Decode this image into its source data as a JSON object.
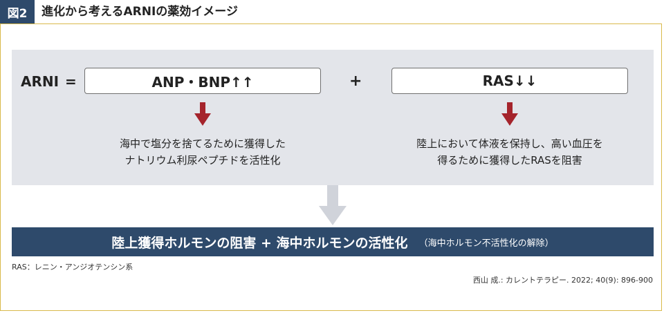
{
  "header": {
    "figure_label": "図2",
    "title": "進化から考えるARNIの薬効イメージ"
  },
  "diagram": {
    "arni_label": "ARNI",
    "equals": "=",
    "plus": "+",
    "left_box": "ANP・BNP↑↑",
    "right_box": "RAS↓↓",
    "left_description": [
      "海中で塩分を捨てるために獲得した",
      "ナトリウム利尿ペプチドを活性化"
    ],
    "right_description": [
      "陸上において体液を保持し、高い血圧を",
      "得るために獲得したRASを阻害"
    ],
    "banner_main": "陸上獲得ホルモンの阻害 + 海中ホルモンの活性化",
    "banner_sub": "（海中ホルモン不活性化の解除）"
  },
  "footnote": "RAS：レニン・アンジオテンシン系",
  "citation": "西山 成.: カレントテラピー. 2022; 40(9): 896-900",
  "colors": {
    "header_bg": "#2e4a6b",
    "frame_border": "#d9b94a",
    "panel_bg": "#e3e5ea",
    "arrow_red": "#a5242c",
    "arrow_gray": "#d0d3da",
    "banner_bg": "#2e4a6b"
  }
}
